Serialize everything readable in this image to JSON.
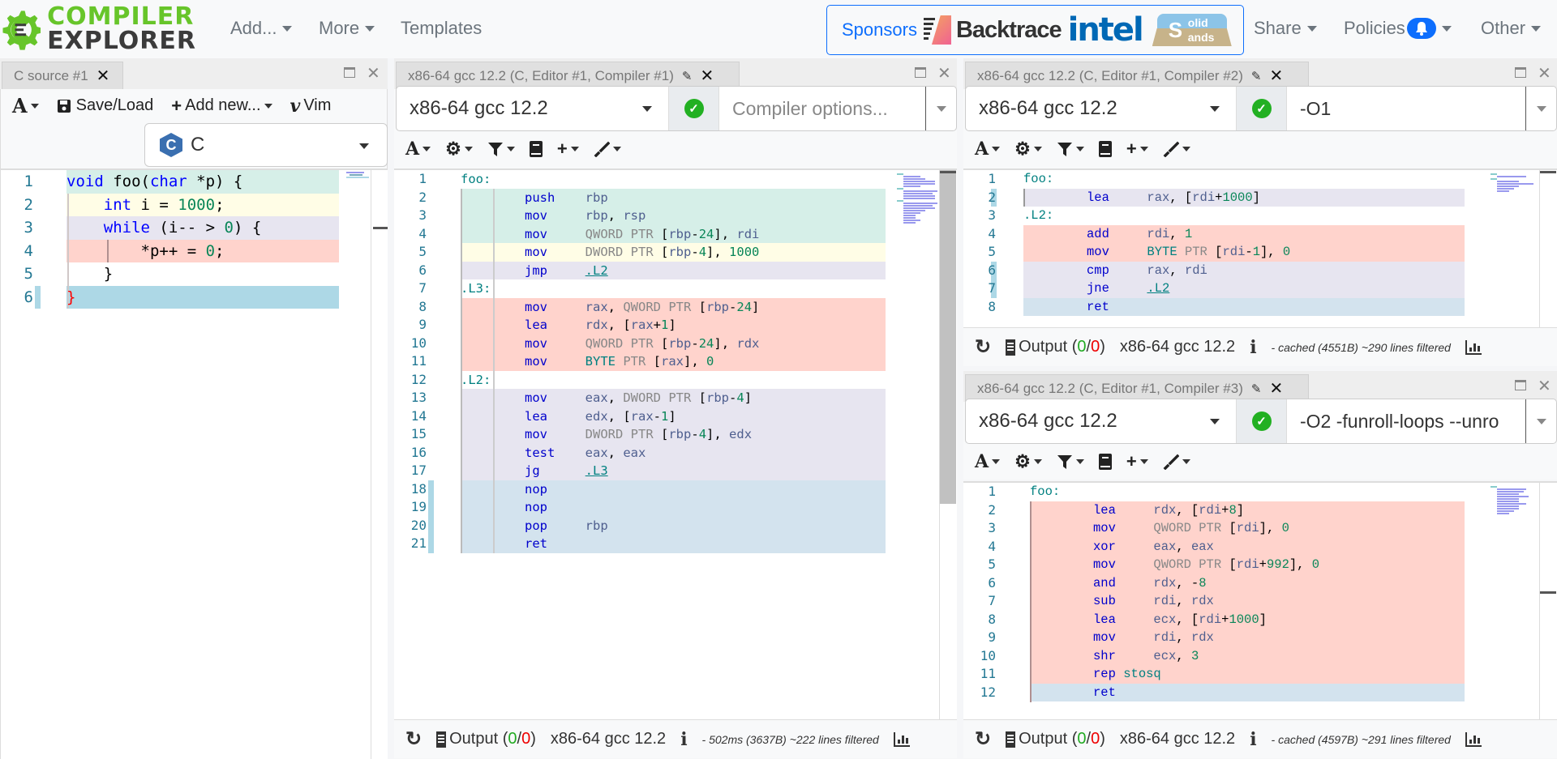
{
  "navbar": {
    "logo_line1": "COMPILER",
    "logo_line2": "EXPLORER",
    "add": "Add...",
    "more": "More",
    "templates": "Templates",
    "sponsors_label": "Sponsors",
    "sponsor_backtrace": "Backtrace",
    "sponsor_intel": "intel",
    "sponsor_solid_top": "olid",
    "sponsor_solid_s": "S",
    "sponsor_solid_bot": "ands",
    "share": "Share",
    "policies": "Policies",
    "other": "Other"
  },
  "source_pane": {
    "tab_title": "C source #1",
    "toolbar": {
      "font_btn": "A",
      "save_load": "Save/Load",
      "add_new": "Add new...",
      "vim": "Vim"
    },
    "language": "C",
    "language_icon": "C",
    "lines": [
      {
        "n": "1",
        "hl": "c-green"
      },
      {
        "n": "2",
        "hl": "c-yellow"
      },
      {
        "n": "3",
        "hl": "c-purple"
      },
      {
        "n": "4",
        "hl": "c-red"
      },
      {
        "n": "5",
        "hl": ""
      },
      {
        "n": "6",
        "hl": "c-blue"
      }
    ]
  },
  "compilers": [
    {
      "tab_title": "x86-64 gcc 12.2 (C, Editor #1, Compiler #1)",
      "compiler": "x86-64 gcc 12.2",
      "options": "",
      "options_placeholder": "Compiler options...",
      "status": {
        "output_label": "Output (",
        "warnings": "0",
        "slash": "/",
        "errors": "0",
        "close": ")",
        "compiler": "x86-64 gcc 12.2",
        "info": "- 502ms (3637B) ~222 lines filtered"
      }
    },
    {
      "tab_title": "x86-64 gcc 12.2 (C, Editor #1, Compiler #2)",
      "compiler": "x86-64 gcc 12.2",
      "options": "-O1",
      "status": {
        "output_label": "Output (",
        "warnings": "0",
        "slash": "/",
        "errors": "0",
        "close": ")",
        "compiler": "x86-64 gcc 12.2",
        "info": "- cached (4551B) ~290 lines filtered"
      }
    },
    {
      "tab_title": "x86-64 gcc 12.2 (C, Editor #1, Compiler #3)",
      "compiler": "x86-64 gcc 12.2",
      "options": "-O2 -funroll-loops --unro",
      "status": {
        "output_label": "Output (",
        "warnings": "0",
        "slash": "/",
        "errors": "0",
        "close": ")",
        "compiler": "x86-64 gcc 12.2",
        "info": "- cached (4597B) ~291 lines filtered"
      }
    }
  ],
  "colors": {
    "accent": "#67c52a",
    "link": "#0d6efd",
    "hl_green": "#d6efe8",
    "hl_yellow": "#fffde6",
    "hl_purple": "#e7e5f0",
    "hl_red": "#ffd3cc",
    "hl_blue": "#add8e6"
  }
}
